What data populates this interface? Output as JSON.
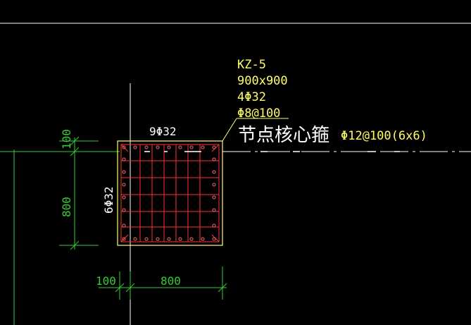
{
  "colors": {
    "background": "#000000",
    "axis": "#ffffff",
    "column_outline": "#ffff66",
    "label_yellow": "#ffff66",
    "rebar": "#ff3333",
    "rebar_dot": "#ff6666",
    "dimension": "#33cc33",
    "white_text": "#ffffff"
  },
  "column": {
    "name": "KZ-5",
    "section": "900x900",
    "corner_bars": "4Φ32",
    "stirrup": "Φ8@100",
    "top_bars": "9Φ32",
    "side_bars": "6Φ32"
  },
  "joint_label": "节点核心箍",
  "joint_stirrup": "Φ12@100(6x6)",
  "dimensions": {
    "vertical_top": "100",
    "vertical_main": "800",
    "horizontal_left": "100",
    "horizontal_main": "800"
  }
}
